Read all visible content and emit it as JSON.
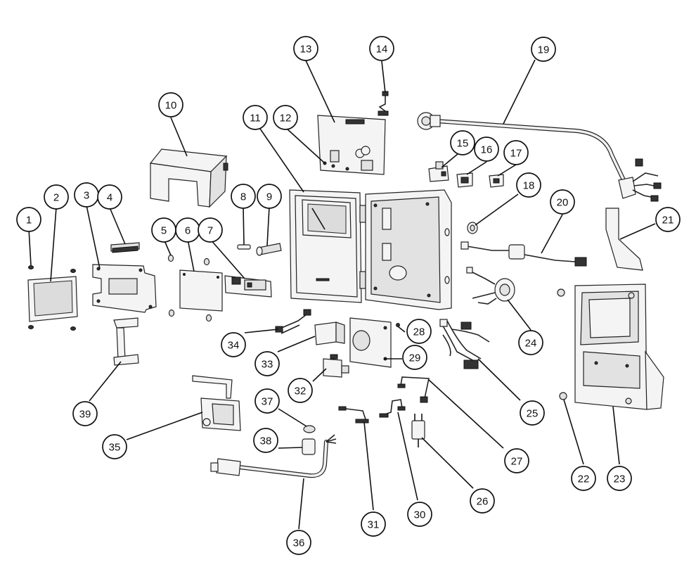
{
  "callouts": [
    {
      "id": "1",
      "label": "1"
    },
    {
      "id": "2",
      "label": "2"
    },
    {
      "id": "3",
      "label": "3"
    },
    {
      "id": "4",
      "label": "4"
    },
    {
      "id": "5",
      "label": "5"
    },
    {
      "id": "6",
      "label": "6"
    },
    {
      "id": "7",
      "label": "7"
    },
    {
      "id": "8",
      "label": "8"
    },
    {
      "id": "9",
      "label": "9"
    },
    {
      "id": "10",
      "label": "10"
    },
    {
      "id": "11",
      "label": "11"
    },
    {
      "id": "12",
      "label": "12"
    },
    {
      "id": "13",
      "label": "13"
    },
    {
      "id": "14",
      "label": "14"
    },
    {
      "id": "15",
      "label": "15"
    },
    {
      "id": "16",
      "label": "16"
    },
    {
      "id": "17",
      "label": "17"
    },
    {
      "id": "18",
      "label": "18"
    },
    {
      "id": "19",
      "label": "19"
    },
    {
      "id": "20",
      "label": "20"
    },
    {
      "id": "21",
      "label": "21"
    },
    {
      "id": "22",
      "label": "22"
    },
    {
      "id": "23",
      "label": "23"
    },
    {
      "id": "24",
      "label": "24"
    },
    {
      "id": "25",
      "label": "25"
    },
    {
      "id": "26",
      "label": "26"
    },
    {
      "id": "27",
      "label": "27"
    },
    {
      "id": "28",
      "label": "28"
    },
    {
      "id": "29",
      "label": "29"
    },
    {
      "id": "30",
      "label": "30"
    },
    {
      "id": "31",
      "label": "31"
    },
    {
      "id": "32",
      "label": "32"
    },
    {
      "id": "33",
      "label": "33"
    },
    {
      "id": "34",
      "label": "34"
    },
    {
      "id": "35",
      "label": "35"
    },
    {
      "id": "36",
      "label": "36"
    },
    {
      "id": "37",
      "label": "37"
    },
    {
      "id": "38",
      "label": "38"
    },
    {
      "id": "39",
      "label": "39"
    }
  ]
}
